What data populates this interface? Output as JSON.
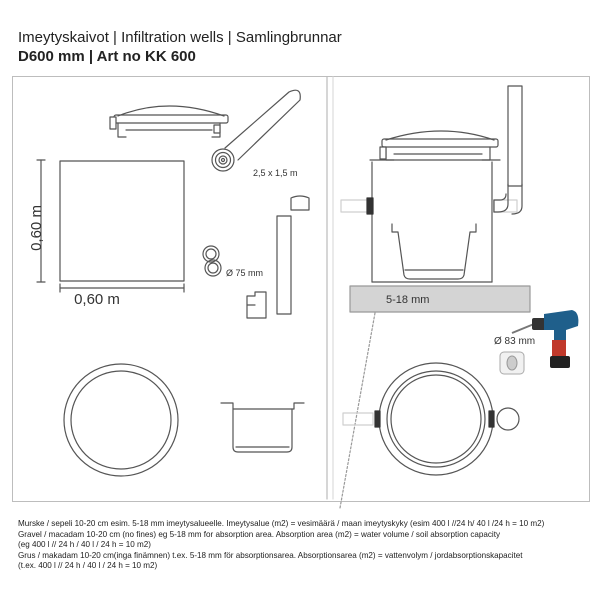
{
  "header": {
    "title": "Imeytyskaivot | Infiltration wells | Samlingbrunnar",
    "subtitle": "D600 mm | Art no KK 600"
  },
  "labels": {
    "width_dim": "0,60 m",
    "height_dim": "0,60 m",
    "roll_size": "2,5 x 1,5 m",
    "gasket_diameter": "Ø 75 mm",
    "gravel_size": "5-18 mm",
    "drill_diameter": "Ø 83 mm"
  },
  "notes": {
    "fi": "Murske / sepeli 10-20 cm esim. 5-18 mm imeytysalueelle. Imeytysalue (m2) = vesimäärä / maan imeytyskyky (esim 400 l //24 h/ 40 l /24 h = 10 m2)",
    "en_1": "Gravel / macadam 10-20 cm (no fines) eg 5-18 mm for absorption area. Absorption area (m2) = water volume / soil absorption capacity",
    "en_2": "(eg 400 l // 24 h / 40 l / 24 h = 10 m2)",
    "sv_1": "Grus / makadam 10-20 cm(inga finämnen) t.ex. 5-18 mm för absorptionsarea. Absorptionsarea (m2) = vattenvolym / jordabsorptionskapacitet",
    "sv_2": "(t.ex. 400 l // 24 h / 40 l / 24 h = 10 m2)"
  },
  "colors": {
    "line": "#555555",
    "gravel": "#d4d4d4",
    "drill_body": "#1f5f8b",
    "drill_accent": "#c0392b"
  },
  "icons": {
    "drill": "cordless-drill-icon",
    "hole_saw": "hole-saw-icon"
  }
}
